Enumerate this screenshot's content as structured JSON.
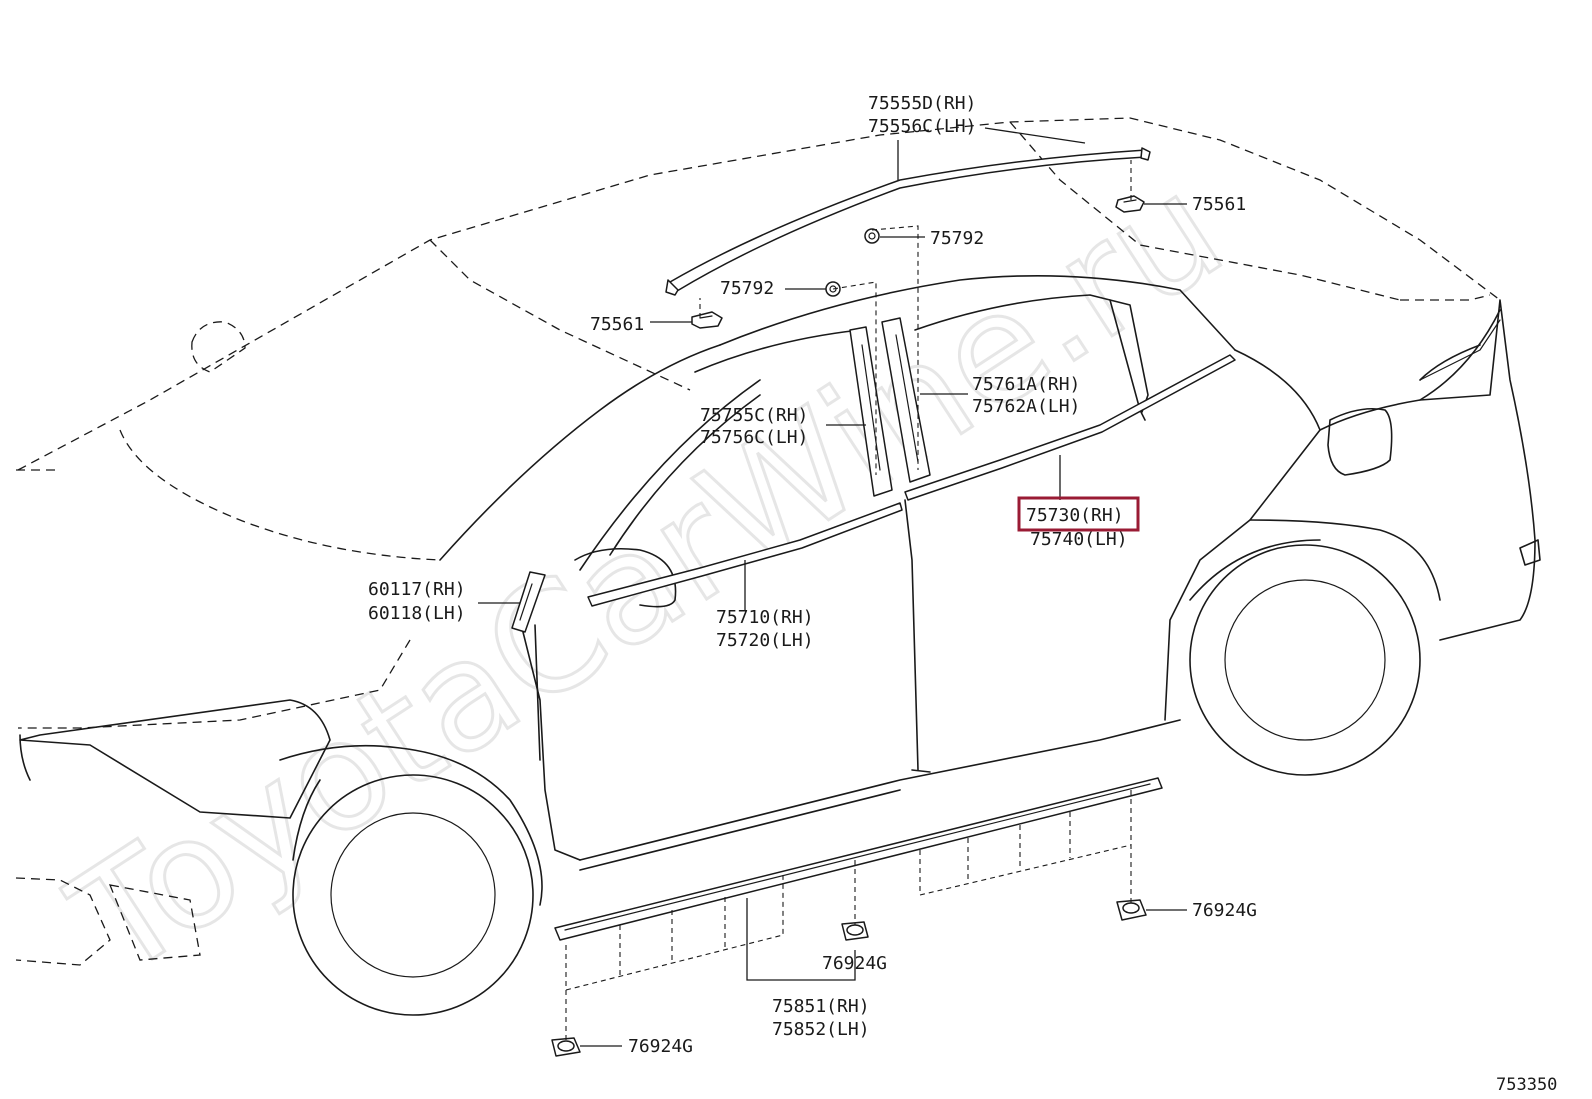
{
  "watermark": "ToyotaCarWine.ru",
  "diagram_code": "753350",
  "highlight_color": "#9a1b34",
  "labels": {
    "roof_rh": "75555D(RH)",
    "roof_lh": "75556C(LH)",
    "clip_rear": "75561",
    "clip_front": "75561",
    "nut_upper": "75792",
    "nut_lower": "75792",
    "pillar_rear_rh": "75761A(RH)",
    "pillar_rear_lh": "75762A(LH)",
    "pillar_front_rh": "75755C(RH)",
    "pillar_front_lh": "75756C(LH)",
    "belt_rear_rh": "75730(RH)",
    "belt_rear_lh": "75740(LH)",
    "corner_rh": "60117(RH)",
    "corner_lh": "60118(LH)",
    "belt_front_rh": "75710(RH)",
    "belt_front_lh": "75720(LH)",
    "rocker_rh": "75851(RH)",
    "rocker_lh": "75852(LH)",
    "grommet_right": "76924G",
    "grommet_middle": "76924G",
    "grommet_left": "76924G"
  }
}
